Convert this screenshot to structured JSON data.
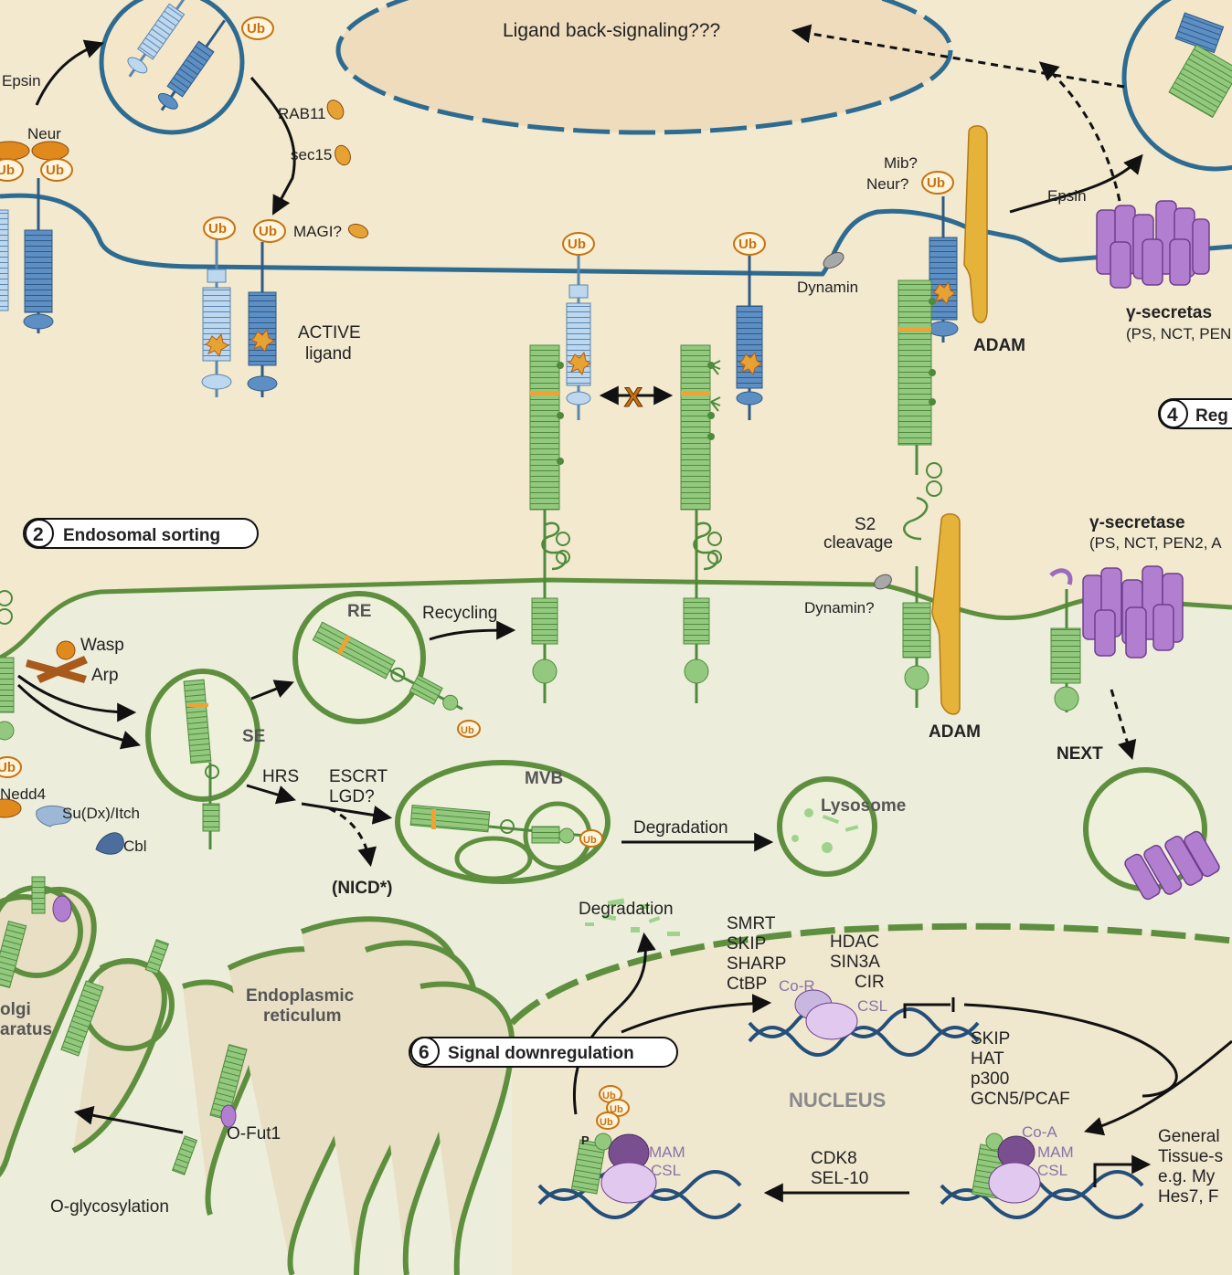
{
  "labels": {
    "ligand_back": "Ligand back-signaling???",
    "epsin_tl": "Epsin",
    "neur_tl": "Neur",
    "rab11": "RAB11",
    "sec15": "sec15",
    "magi": "MAGI?",
    "active1": "ACTIVE",
    "active2": "ligand",
    "mib": "Mib?",
    "neur_r": "Neur?",
    "dynamin": "Dynamin",
    "epsin_r": "Epsin",
    "gsec_top": "γ-secretas",
    "gsec_top_sub": "(PS, NCT, PEN",
    "adam_top": "ADAM",
    "s2_1": "S2",
    "s2_2": "cleavage",
    "dynamin_q": "Dynamin?",
    "gsec_mid": "γ-secretase",
    "gsec_mid_sub": "(PS, NCT, PEN2, A",
    "adam_mid": "ADAM",
    "next": "NEXT",
    "recycling": "Recycling",
    "re": "RE",
    "se": "SE",
    "wasp": "Wasp",
    "arp": "Arp",
    "hrs": "HRS",
    "escrt": "ESCRT",
    "lgd": "LGD?",
    "nicd": "(NICD*)",
    "mvb": "MVB",
    "degradation1": "Degradation",
    "lysosome": "Lysosome",
    "nedd4": "Nedd4",
    "sudx": "Su(Dx)/Itch",
    "cbl": "Cbl",
    "golgi1": "olgi",
    "golgi2": "aratus",
    "er1": "Endoplasmic",
    "er2": "reticulum",
    "ofut": "O-Fut1",
    "oglyco": "O-glycosylation",
    "degradation2": "Degradation",
    "smrt": "SMRT",
    "skip1": "SKIP",
    "sharp": "SHARP",
    "ctbp": "CtBP",
    "cor": "Co-R",
    "hdac": "HDAC",
    "sin3a": "SIN3A",
    "cir": "CIR",
    "csl1": "CSL",
    "skip2": "SKIP",
    "hat": "HAT",
    "p300": "p300",
    "gcn5": "GCN5/PCAF",
    "nucleus": "NUCLEUS",
    "coa": "Co-A",
    "mam1": "MAM",
    "csl2": "CSL",
    "mam2": "MAM",
    "csl3": "CSL",
    "cdk8": "CDK8",
    "sel10": "SEL-10",
    "general": "General",
    "tissue": "Tissue-s",
    "eg": "e.g. My",
    "hes": "Hes7, F",
    "p": "P",
    "ub": "Ub"
  },
  "badges": {
    "b2": {
      "num": "2",
      "text": "Endosomal sorting"
    },
    "b4": {
      "num": "4",
      "text": "Reg"
    },
    "b6": {
      "num": "6",
      "text": "Signal downregulation"
    }
  },
  "colors": {
    "background": "#f3ead2",
    "signal_cell_membrane": "#2e6b91",
    "receiving_cell_membrane": "#5e8f3e",
    "notch_green": "#8fc77a",
    "ligand_blue": "#5d8fc4",
    "ligand_light": "#b5d1ea",
    "adam_orange": "#e6b33a",
    "gamma_purple": "#b27fd0",
    "ub_orange": "#c7720f",
    "dna_blue": "#244f7a"
  }
}
